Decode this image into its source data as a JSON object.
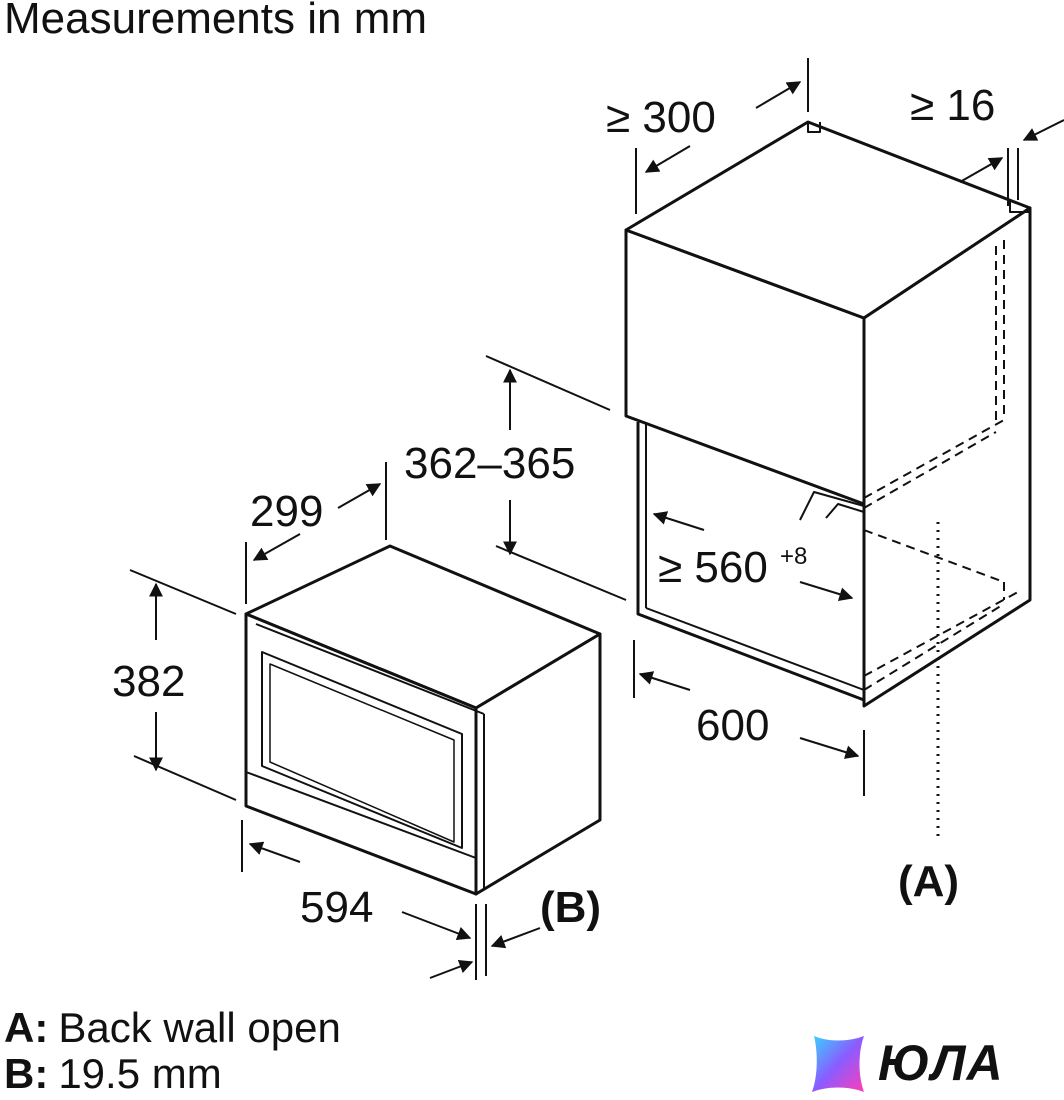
{
  "title": "Measurements in mm",
  "dimensions": {
    "cab_depth": "≥ 300",
    "cab_gap": "≥ 16",
    "niche_height": "362–365",
    "niche_width_main": "≥ 560",
    "niche_width_tol": "+8",
    "cab_width": "600",
    "app_depth": "299",
    "app_height": "382",
    "app_width": "594",
    "label_a": "(A)",
    "label_b": "(B)"
  },
  "legend": [
    {
      "key": "A:",
      "text": "Back wall open"
    },
    {
      "key": "B:",
      "text": "19.5 mm"
    }
  ],
  "brand": {
    "name": "ЮЛА",
    "logo_icon": "brand-logo-icon"
  },
  "colors": {
    "line": "#111111",
    "background": "#ffffff"
  }
}
